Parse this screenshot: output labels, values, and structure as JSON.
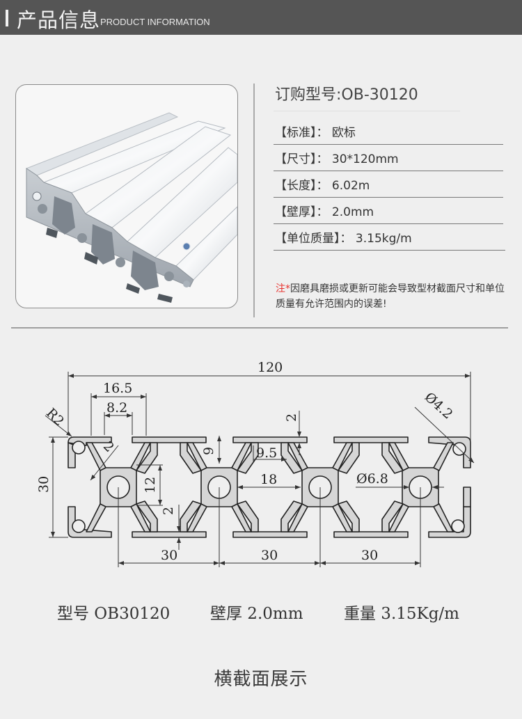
{
  "header": {
    "title_cn": "产品信息",
    "title_en": "PRODUCT INFORMATION"
  },
  "product": {
    "image_alt": "OB-30120 aluminum extrusion profile photo",
    "order_model": "订购型号:OB-30120",
    "specs": [
      {
        "label": "【标准】",
        "value": "欧标",
        "text": "【标准】： 欧标"
      },
      {
        "label": "【尺寸】",
        "value": "30*120mm",
        "text": "【尺寸】： 30*120mm"
      },
      {
        "label": "【长度】",
        "value": "6.02m",
        "text": "【长度】： 6.02m"
      },
      {
        "label": "【壁厚】",
        "value": "2.0mm",
        "text": "【壁厚】： 2.0mm"
      },
      {
        "label": "【单位质量】",
        "value": "3.15kg/m",
        "text": "【单位质量】： 3.15kg/m"
      }
    ],
    "note_prefix": "注*",
    "note_text": "因磨具磨损或更新可能会导致型材截面尺寸和单位质量有允许范围内的误差!"
  },
  "drawing": {
    "dimensions": {
      "total_width": "120",
      "slot_outer": "16.5",
      "slot_opening": "8.2",
      "corner_radius": "R2",
      "wall_diag": "2",
      "height": "30",
      "top_wall": "2",
      "slot_depth": "9",
      "core_width": "9.5",
      "cavity_width": "18",
      "core_height": "12",
      "bottom_wall": "2",
      "hole_small": "Ø4.2",
      "hole_center": "Ø6.8",
      "pitch_1": "30",
      "pitch_2": "30",
      "pitch_3": "30"
    },
    "colors": {
      "fill": "#d6d6d6",
      "stroke": "#222222",
      "dim_line": "#333333"
    }
  },
  "summary": {
    "model": "型号 OB30120",
    "wall": "壁厚 2.0mm",
    "weight": "重量 3.15Kg/m"
  },
  "caption": "横截面展示"
}
